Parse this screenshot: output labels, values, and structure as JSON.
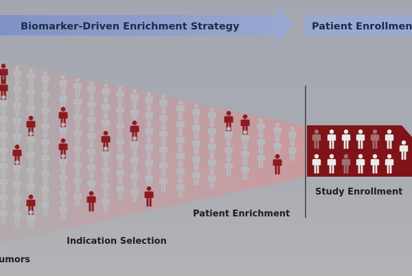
{
  "banner": {
    "strategy_label": "Biomarker-Driven Enrichment Strategy",
    "enrollment_label": "Patient Enrollment"
  },
  "stages": {
    "tumors": "umors",
    "indication_selection": "Indication Selection",
    "patient_enrichment": "Patient Enrichment",
    "study_enrollment": "Study Enrollment"
  },
  "colors": {
    "biomarker_positive": "#8b1b1f",
    "biomarker_negative": "#b8b8bc",
    "banner_arrow": "#8c9fcf",
    "funnel_tint": "#c58a8e",
    "enrollment_box": "#7e1418"
  },
  "icons": {
    "person": "person-icon"
  }
}
